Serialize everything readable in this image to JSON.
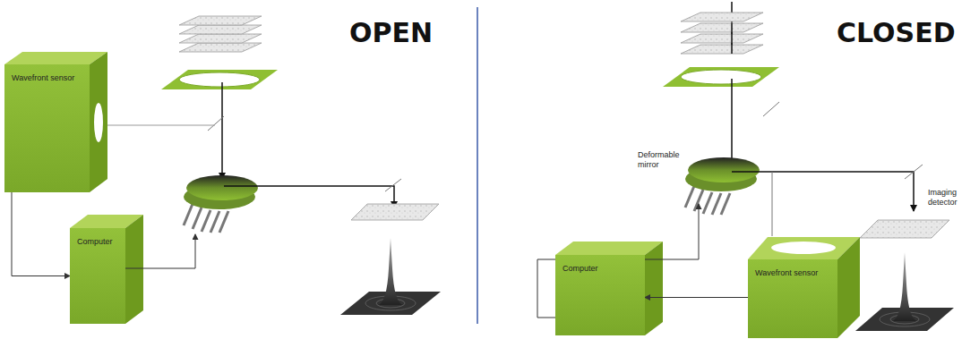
{
  "diagram": {
    "nodes": [
      {
        "text": [
          "Wavefront sensor"
        ]
      },
      {
        "text": [
          "Computer"
        ]
      },
      {
        "text": [
          "Computer"
        ]
      },
      {
        "text": [
          "Wavefront sensor"
        ]
      }
    ],
    "edges": [
      {
        "from": 0,
        "to": 1,
        "arrow": "to"
      },
      {
        "from": 3,
        "to": 2,
        "arrow": "to"
      }
    ],
    "labels": [
      "OPEN",
      "CLOSED",
      "Deformable mirror",
      "Imaging detector"
    ]
  }
}
